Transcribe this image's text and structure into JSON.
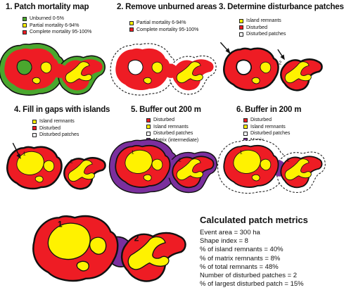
{
  "colors": {
    "unburned": "#4aa72e",
    "partial": "#fff200",
    "complete": "#ee1c24",
    "disturbed": "#ee1c24",
    "island": "#fff200",
    "matrix": "#7b2f9d",
    "patch_outline": "#111111",
    "buffer_outline": "#222222"
  },
  "panels": [
    {
      "title": "1. Patch mortality map",
      "legend": [
        {
          "label": "Unburned  0-5%",
          "color": "#4aa72e",
          "dashed": false
        },
        {
          "label": "Partial mortality 6-94%",
          "color": "#fff200",
          "dashed": false
        },
        {
          "label": "Complete mortality 95-100%",
          "color": "#ee1c24",
          "dashed": false
        }
      ]
    },
    {
      "title": "2. Remove unburned areas",
      "legend": [
        {
          "label": "Partial mortality 6-94%",
          "color": "#fff200",
          "dashed": false
        },
        {
          "label": "Complete mortality 95-100%",
          "color": "#ee1c24",
          "dashed": false
        }
      ]
    },
    {
      "title": "3. Determine disturbance patches",
      "legend": [
        {
          "label": "Island remnants",
          "color": "#fff200",
          "dashed": false
        },
        {
          "label": "Disturbed",
          "color": "#ee1c24",
          "dashed": false
        },
        {
          "label": "Disturbed patches",
          "color": "#ffffff",
          "dashed": false
        }
      ]
    },
    {
      "title": "4. Fill in gaps with islands",
      "legend": [
        {
          "label": "Island remnants",
          "color": "#fff200",
          "dashed": false
        },
        {
          "label": "Disturbed",
          "color": "#ee1c24",
          "dashed": false
        },
        {
          "label": "Disturbed patches",
          "color": "#ffffff",
          "dashed": false
        }
      ]
    },
    {
      "title": "5. Buffer out 200 m",
      "legend": [
        {
          "label": "Disturbed",
          "color": "#ee1c24",
          "dashed": false
        },
        {
          "label": "Island remnants",
          "color": "#fff200",
          "dashed": false
        },
        {
          "label": "Disturbed patches",
          "color": "#ffffff",
          "dashed": false
        },
        {
          "label": "Matrix (intermediate)",
          "color": "#7b2f9d",
          "dashed": false
        }
      ]
    },
    {
      "title": "6. Buffer in 200 m",
      "legend": [
        {
          "label": "Disturbed",
          "color": "#ee1c24",
          "dashed": false
        },
        {
          "label": "Island remnants",
          "color": "#fff200",
          "dashed": false
        },
        {
          "label": "Disturbed patches",
          "color": "#ffffff",
          "dashed": false
        },
        {
          "label": "Matrix",
          "color": "#7b2f9d",
          "dashed": false
        }
      ]
    }
  ],
  "patch_labels": {
    "patch1": "1",
    "patch2": "2"
  },
  "metrics": {
    "title": "Calculated patch metrics",
    "lines": [
      "Event area = 300 ha",
      "Shape index = 8",
      "% of island remnants = 40%",
      "% of matrix remnants = 8%",
      "% of total remnants = 48%",
      "Number of disturbed patches = 2",
      "% of largest disturbed patch = 15%"
    ]
  }
}
